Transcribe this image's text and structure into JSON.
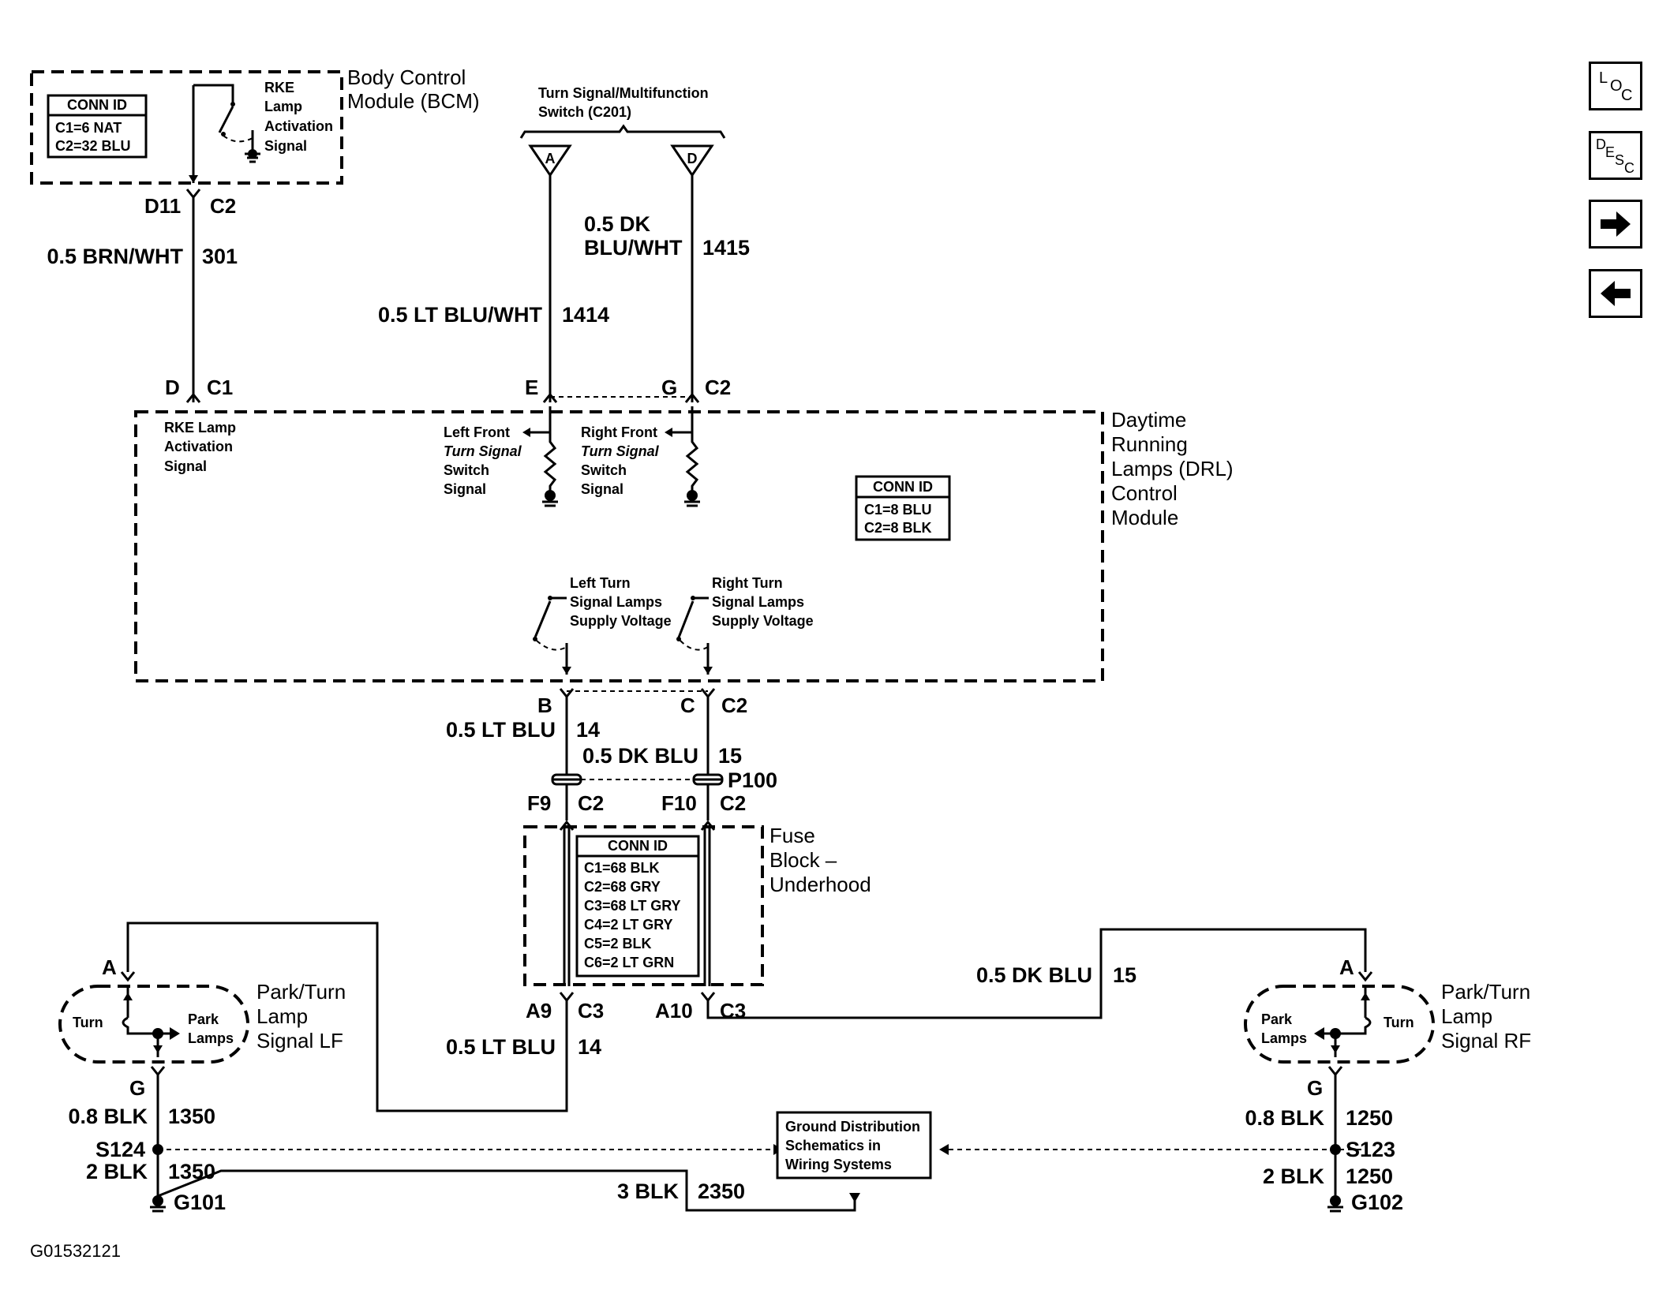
{
  "bcm": {
    "title_1": "Body Control",
    "title_2": "Module (BCM)",
    "conn_id": "CONN ID",
    "conn_1": "C1=6 NAT",
    "conn_2": "C2=32 BLU",
    "sw_1": "RKE",
    "sw_2": "Lamp",
    "sw_3": "Activation",
    "sw_4": "Signal"
  },
  "tss": {
    "title_1": "Turn Signal/Multifunction",
    "title_2": "Switch (C201)",
    "pin_a": "A",
    "pin_d": "D"
  },
  "wires": {
    "w301_color": "0.5 BRN/WHT",
    "w301_num": "301",
    "w1414_color": "0.5 LT BLU/WHT",
    "w1414_num": "1414",
    "w1415_color_1": "0.5 DK",
    "w1415_color_2": "BLU/WHT",
    "w1415_num": "1415",
    "w14_color": "0.5 LT BLU",
    "w14_num": "14",
    "w15_color": "0.5 DK BLU",
    "w15_num": "15",
    "w14b_color": "0.5 LT BLU",
    "w14b_num": "14",
    "w15b_color": "0.5 DK BLU",
    "w15b_num": "15",
    "w1350a_color": "0.8 BLK",
    "w1350a_num": "1350",
    "w1350b_color": "2 BLK",
    "w1350b_num": "1350",
    "w2350_color": "3 BLK",
    "w2350_num": "2350",
    "w1250a_color": "0.8 BLK",
    "w1250a_num": "1250",
    "w1250b_color": "2 BLK",
    "w1250b_num": "1250"
  },
  "pins": {
    "bcm_d11": "D11",
    "bcm_c2": "C2",
    "drl_d": "D",
    "drl_c1": "C1",
    "drl_e": "E",
    "drl_g": "G",
    "drl_c2": "C2",
    "drl_b": "B",
    "drl_c": "C",
    "drl_c2b": "C2",
    "p100": "P100",
    "fb_f9": "F9",
    "fb_c2a": "C2",
    "fb_f10": "F10",
    "fb_c2b": "C2",
    "fb_a9": "A9",
    "fb_c3a": "C3",
    "fb_a10": "A10",
    "fb_c3b": "C3",
    "lf_a": "A",
    "lf_g": "G",
    "rf_a": "A",
    "rf_g": "G",
    "s124": "S124",
    "g101": "G101",
    "s123": "S123",
    "g102": "G102"
  },
  "drl": {
    "title_1": "Daytime",
    "title_2": "Running",
    "title_3": "Lamps (DRL)",
    "title_4": "Control",
    "title_5": "Module",
    "rke_1": "RKE Lamp",
    "rke_2": "Activation",
    "rke_3": "Signal",
    "lf_1": "Left Front",
    "lf_2": "Turn Signal",
    "lf_3": "Switch",
    "lf_4": "Signal",
    "rf_1": "Right Front",
    "rf_2": "Turn Signal",
    "rf_3": "Switch",
    "rf_4": "Signal",
    "conn_id": "CONN ID",
    "conn_1": "C1=8 BLU",
    "conn_2": "C2=8 BLK",
    "lts_1": "Left Turn",
    "lts_2": "Signal Lamps",
    "lts_3": "Supply Voltage",
    "rts_1": "Right Turn",
    "rts_2": "Signal Lamps",
    "rts_3": "Supply Voltage"
  },
  "fuse": {
    "title_1": "Fuse",
    "title_2": "Block –",
    "title_3": "Underhood",
    "conn_id": "CONN ID",
    "conn_1": "C1=68 BLK",
    "conn_2": "C2=68 GRY",
    "conn_3": "C3=68 LT GRY",
    "conn_4": "C4=2 LT GRY",
    "conn_5": "C5=2 BLK",
    "conn_6": "C6=2 LT GRN"
  },
  "lamp_lf": {
    "title_1": "Park/Turn",
    "title_2": "Lamp",
    "title_3": "Signal LF",
    "turn": "Turn",
    "park_1": "Park",
    "park_2": "Lamps"
  },
  "lamp_rf": {
    "title_1": "Park/Turn",
    "title_2": "Lamp",
    "title_3": "Signal RF",
    "turn": "Turn",
    "park_1": "Park",
    "park_2": "Lamps"
  },
  "ground": {
    "line_1": "Ground Distribution",
    "line_2": "Schematics in",
    "line_3": "Wiring Systems"
  },
  "figure_id": "G01532121",
  "nav": {
    "loc_l": "L",
    "loc_o": "O",
    "loc_c": "C",
    "desc_d": "D",
    "desc_e": "E",
    "desc_s": "S",
    "desc_c": "C",
    "next_icon": "arrow-right",
    "prev_icon": "arrow-left"
  }
}
